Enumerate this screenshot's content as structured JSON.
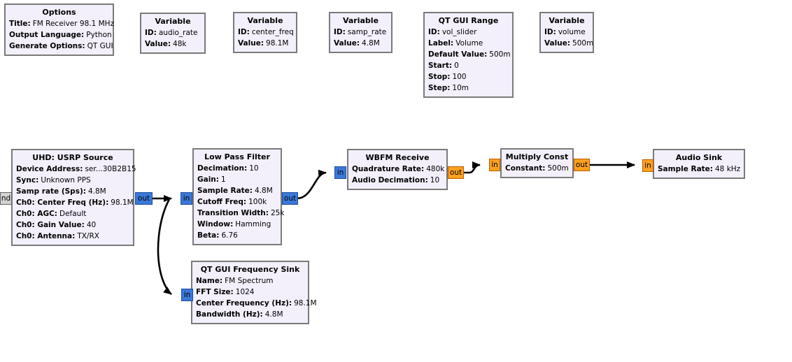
{
  "app": {
    "name": "GNU Radio Companion flowgraph"
  },
  "colors": {
    "canvas_bg": "#ffffff",
    "block_bg": "#f3f0fc",
    "block_border": "#7a7a7a",
    "port_complex": "#3b78d8",
    "port_float": "#ffa01f",
    "port_message": "#d2d2d2",
    "wire": "#000000"
  },
  "ports": {
    "in": "in",
    "out": "out",
    "cmd_truncated": "nd"
  },
  "blocks": {
    "options": {
      "title": "Options",
      "params": [
        {
          "label": "Title:",
          "value": "FM Receiver 98.1 MHz"
        },
        {
          "label": "Output Language:",
          "value": "Python"
        },
        {
          "label": "Generate Options:",
          "value": "QT GUI"
        }
      ]
    },
    "var_audio_rate": {
      "title": "Variable",
      "params": [
        {
          "label": "ID:",
          "value": "audio_rate"
        },
        {
          "label": "Value:",
          "value": "48k"
        }
      ]
    },
    "var_center_freq": {
      "title": "Variable",
      "params": [
        {
          "label": "ID:",
          "value": "center_freq"
        },
        {
          "label": "Value:",
          "value": "98.1M"
        }
      ]
    },
    "var_samp_rate": {
      "title": "Variable",
      "params": [
        {
          "label": "ID:",
          "value": "samp_rate"
        },
        {
          "label": "Value:",
          "value": "4.8M"
        }
      ]
    },
    "qt_gui_range": {
      "title": "QT GUI Range",
      "params": [
        {
          "label": "ID:",
          "value": "vol_slider"
        },
        {
          "label": "Label:",
          "value": "Volume"
        },
        {
          "label": "Default Value:",
          "value": "500m"
        },
        {
          "label": "Start:",
          "value": "0"
        },
        {
          "label": "Stop:",
          "value": "100"
        },
        {
          "label": "Step:",
          "value": "10m"
        }
      ]
    },
    "var_volume": {
      "title": "Variable",
      "params": [
        {
          "label": "ID:",
          "value": "volume"
        },
        {
          "label": "Value:",
          "value": "500m"
        }
      ]
    },
    "usrp_source": {
      "title": "UHD: USRP Source",
      "params": [
        {
          "label": "Device Address:",
          "value": "ser...30B2B15"
        },
        {
          "label": "Sync:",
          "value": "Unknown PPS"
        },
        {
          "label": "Samp rate (Sps):",
          "value": "4.8M"
        },
        {
          "label": "Ch0: Center Freq (Hz):",
          "value": "98.1M"
        },
        {
          "label": "Ch0: AGC:",
          "value": "Default"
        },
        {
          "label": "Ch0: Gain Value:",
          "value": "40"
        },
        {
          "label": "Ch0: Antenna:",
          "value": "TX/RX"
        }
      ]
    },
    "low_pass_filter": {
      "title": "Low Pass Filter",
      "params": [
        {
          "label": "Decimation:",
          "value": "10"
        },
        {
          "label": "Gain:",
          "value": "1"
        },
        {
          "label": "Sample Rate:",
          "value": "4.8M"
        },
        {
          "label": "Cutoff Freq:",
          "value": "100k"
        },
        {
          "label": "Transition Width:",
          "value": "25k"
        },
        {
          "label": "Window:",
          "value": "Hamming"
        },
        {
          "label": "Beta:",
          "value": "6.76"
        }
      ]
    },
    "wbfm_receive": {
      "title": "WBFM Receive",
      "params": [
        {
          "label": "Quadrature Rate:",
          "value": "480k"
        },
        {
          "label": "Audio Decimation:",
          "value": "10"
        }
      ]
    },
    "multiply_const": {
      "title": "Multiply Const",
      "params": [
        {
          "label": "Constant:",
          "value": "500m"
        }
      ]
    },
    "audio_sink": {
      "title": "Audio Sink",
      "params": [
        {
          "label": "Sample Rate:",
          "value": "48 kHz"
        }
      ]
    },
    "qt_gui_frequency_sink": {
      "title": "QT GUI Frequency Sink",
      "params": [
        {
          "label": "Name:",
          "value": "FM Spectrum"
        },
        {
          "label": "FFT Size:",
          "value": "1024"
        },
        {
          "label": "Center Frequency (Hz):",
          "value": "98.1M"
        },
        {
          "label": "Bandwidth (Hz):",
          "value": "4.8M"
        }
      ]
    }
  }
}
